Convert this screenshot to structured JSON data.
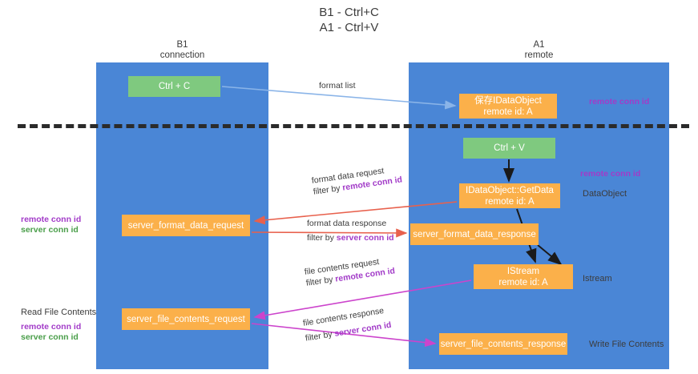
{
  "title": {
    "line1": "B1 - Ctrl+C",
    "line2": "A1 - Ctrl+V"
  },
  "lanes": [
    {
      "id": "b1",
      "line1": "B1",
      "line2": "connection",
      "color": "#4a86d6"
    },
    {
      "id": "a1",
      "line1": "A1",
      "line2": "remote",
      "color": "#4a86d6"
    }
  ],
  "colors": {
    "lane_blue": "#4a86d6",
    "node_orange": "#fbb04a",
    "node_green": "#7fc97f",
    "remote_conn_id": "#a23bc8",
    "server_conn_id": "#4a9e4a",
    "arrow_format_list": "#8ab4e8",
    "arrow_format_data": "#e8614d",
    "arrow_file_contents": "#cc44cc",
    "arrow_black": "#1a1a1a",
    "divider": "#2b2b2b"
  },
  "nodes": {
    "ctrl_c": {
      "line1": "Ctrl + C",
      "line2": ""
    },
    "save_idataobject": {
      "line1": "保存IDataObject",
      "line2": "remote id: A"
    },
    "ctrl_v": {
      "line1": "Ctrl + V",
      "line2": ""
    },
    "idataobject_getdata": {
      "line1": "IDataObject::GetData",
      "line2": "remote id: A"
    },
    "server_format_data_request": {
      "line1": "server_format_data_request",
      "line2": ""
    },
    "server_format_data_response": {
      "line1": "server_format_data_response",
      "line2": ""
    },
    "istream": {
      "line1": "IStream",
      "line2": "remote id: A"
    },
    "server_file_contents_request": {
      "line1": "server_file_contents_request",
      "line2": ""
    },
    "server_file_contents_response": {
      "line1": "server_file_contents_response",
      "line2": ""
    }
  },
  "side_labels": {
    "remote_conn_id_top": "remote conn id",
    "remote_conn_id_mid": "remote conn id",
    "data_object": "DataObject",
    "istream": "Istream",
    "write_file_contents": "Write File Contents",
    "read_file_contents": "Read File Contents",
    "remote_conn_id_left": "remote conn id",
    "server_conn_id_left": "server conn id"
  },
  "edge_labels": {
    "format_list": {
      "line1": "format list",
      "line2_prefix": "",
      "line2_key": ""
    },
    "format_data_request": {
      "line1": "format data request",
      "line2_prefix": "filter by ",
      "line2_key": "remote conn id"
    },
    "format_data_response": {
      "line1": "format data response",
      "line2_prefix": "filter by ",
      "line2_key": "server conn id"
    },
    "file_contents_request": {
      "line1": "file contents request",
      "line2_prefix": "filter by ",
      "line2_key": "remote conn id"
    },
    "file_contents_response": {
      "line1": "file contents response",
      "line2_prefix": "filter by ",
      "line2_key": "server conn id"
    }
  }
}
